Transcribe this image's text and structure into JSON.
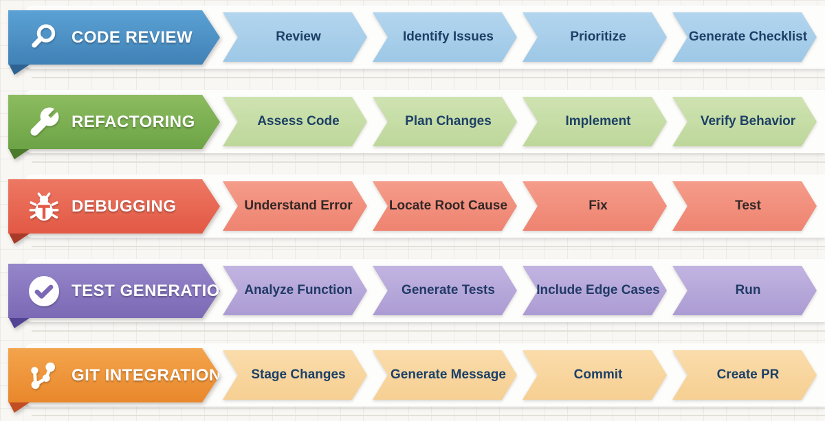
{
  "page": {
    "background_color": "#f8f7f4",
    "strip_color": "#fdfdfb",
    "separator_color": "#e2e0d8"
  },
  "rows": [
    {
      "label": "CODE REVIEW",
      "icon": "search-icon",
      "steps": [
        "Review",
        "Identify Issues",
        "Prioritize",
        "Generate Checklist"
      ],
      "colors": {
        "header_top": "#5ba1d4",
        "header_bottom": "#4081b6",
        "fold": "#2e6292",
        "step_top": "#b3d5ee",
        "step_bottom": "#9dc8e6",
        "step_text": "#1d4066"
      }
    },
    {
      "label": "REFACTORING",
      "icon": "wrench-icon",
      "steps": [
        "Assess Code",
        "Plan Changes",
        "Implement",
        "Verify Behavior"
      ],
      "colors": {
        "header_top": "#8cbc5f",
        "header_bottom": "#6ca346",
        "fold": "#4a7a2a",
        "step_top": "#cfe3b2",
        "step_bottom": "#bdd79a",
        "step_text": "#1d4066"
      }
    },
    {
      "label": "DEBUGGING",
      "icon": "bug-icon",
      "steps": [
        "Understand Error",
        "Locate Root Cause",
        "Fix",
        "Test"
      ],
      "colors": {
        "header_top": "#ed7863",
        "header_bottom": "#e25844",
        "fold": "#a93a28",
        "step_top": "#f59c8a",
        "step_bottom": "#ee8370",
        "step_text": "#332726"
      }
    },
    {
      "label": "TEST GENERATION",
      "icon": "check-circle-icon",
      "steps": [
        "Analyze Function",
        "Generate Tests",
        "Include Edge Cases",
        "Run"
      ],
      "colors": {
        "header_top": "#9585c9",
        "header_bottom": "#7b69b5",
        "fold": "#524394",
        "step_top": "#c2b4e1",
        "step_bottom": "#ab9bd3",
        "step_text": "#203a66"
      }
    },
    {
      "label": "GIT INTEGRATION",
      "icon": "git-branch-icon",
      "steps": [
        "Stage Changes",
        "Generate Message",
        "Commit",
        "Create PR"
      ],
      "colors": {
        "header_top": "#f3a44c",
        "header_bottom": "#e9872b",
        "fold": "#c14e22",
        "step_top": "#fadcab",
        "step_bottom": "#f6cf92",
        "step_text": "#1d4066"
      }
    }
  ]
}
